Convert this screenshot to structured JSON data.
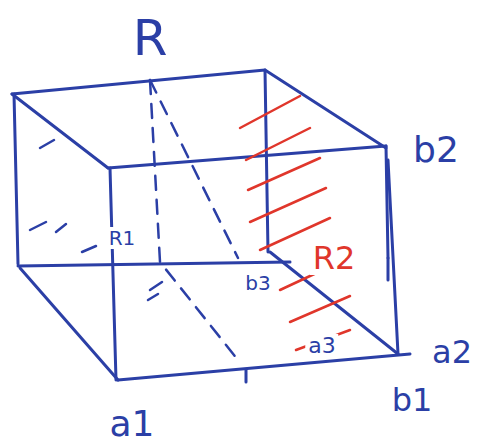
{
  "diagram": {
    "labels": [
      "R",
      "b2",
      "R1",
      "b3",
      "R2",
      "a3",
      "a2",
      "b1",
      "a1"
    ]
  }
}
